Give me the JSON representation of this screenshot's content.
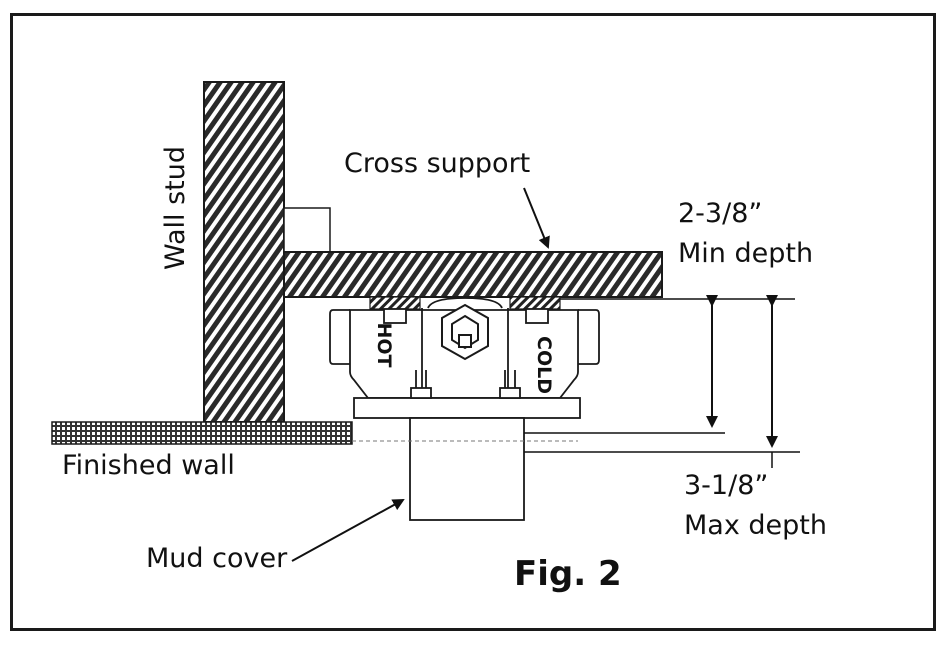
{
  "labels": {
    "wall_stud": "Wall stud",
    "cross_support": "Cross support",
    "min_value": "2-3/8”",
    "min_text": "Min depth",
    "max_value": "3-1/8”",
    "max_text": "Max depth",
    "finished_wall": "Finished wall",
    "mud_cover": "Mud cover",
    "hot": "HOT",
    "cold": "COLD",
    "figure": "Fig. 2"
  }
}
